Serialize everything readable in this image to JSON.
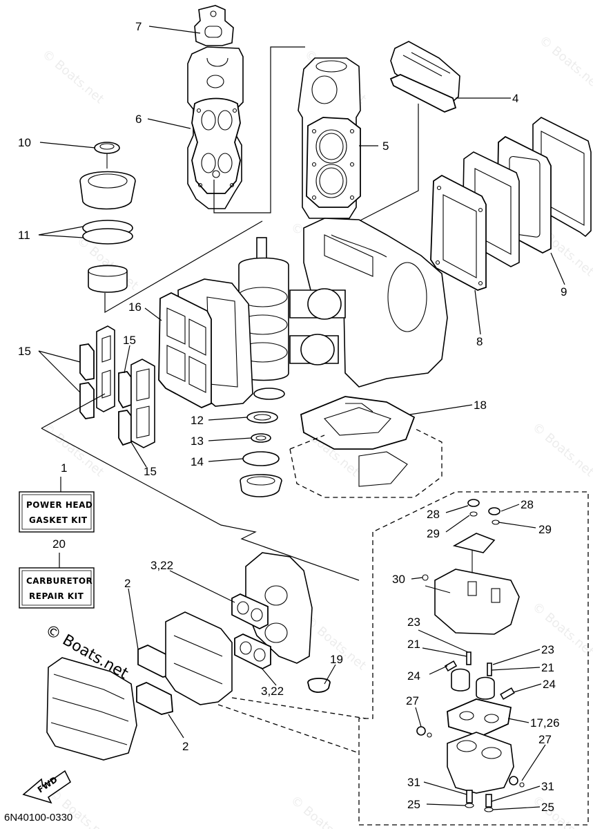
{
  "kits": {
    "power_head": {
      "number": "1",
      "line1": "POWER HEAD",
      "line2": "GASKET KIT"
    },
    "carburetor": {
      "number": "20",
      "line1": "CARBURETOR",
      "line2": "REPAIR KIT"
    }
  },
  "callouts": {
    "c2a": "2",
    "c2b": "2",
    "c3_22a": "3,22",
    "c3_22b": "3,22",
    "c4": "4",
    "c5": "5",
    "c6": "6",
    "c7": "7",
    "c8": "8",
    "c9": "9",
    "c10": "10",
    "c11": "11",
    "c12": "12",
    "c13": "13",
    "c14": "14",
    "c15a": "15",
    "c15b": "15",
    "c15c": "15",
    "c16": "16",
    "c17_26": "17,26",
    "c18": "18",
    "c19": "19",
    "c21a": "21",
    "c21b": "21",
    "c23a": "23",
    "c23b": "23",
    "c24a": "24",
    "c24b": "24",
    "c25a": "25",
    "c25b": "25",
    "c27a": "27",
    "c27b": "27",
    "c28a": "28",
    "c28b": "28",
    "c29a": "29",
    "c29b": "29",
    "c30": "30",
    "c31a": "31",
    "c31b": "31"
  },
  "watermark": "© Boats.net",
  "fwd_label": "FWD",
  "diagram_ref": "6N40100-0330"
}
